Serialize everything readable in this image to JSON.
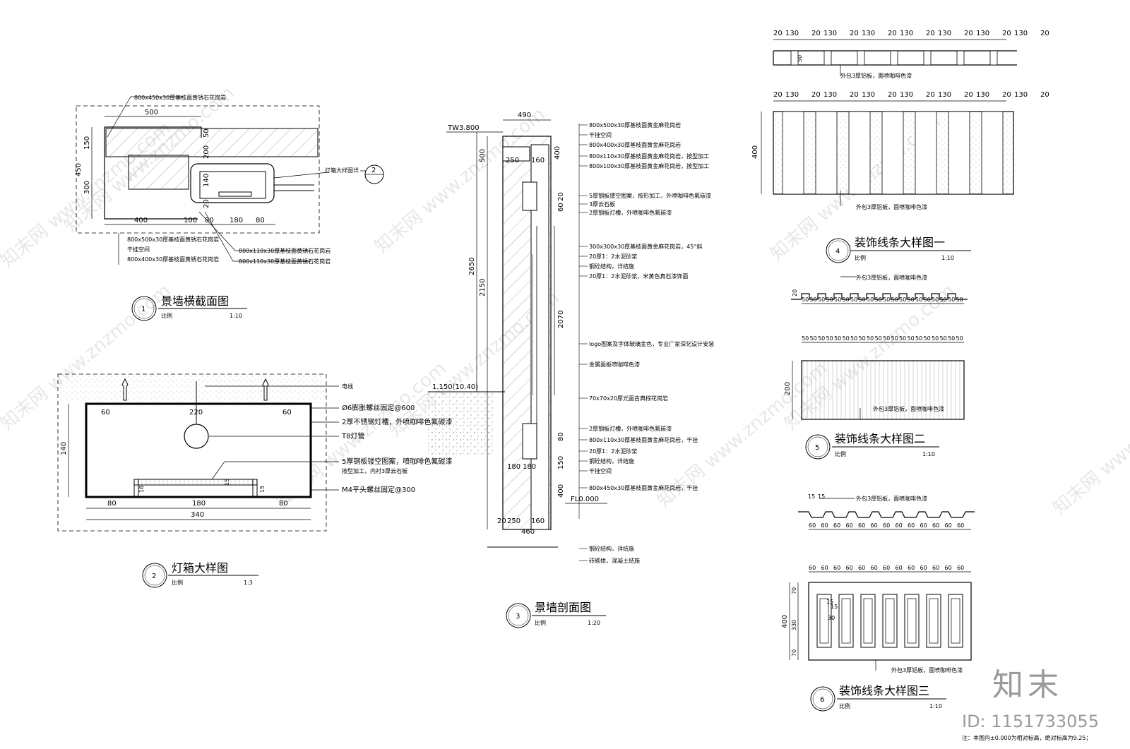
{
  "watermark": {
    "text": "知末网 www.znzmo.com",
    "brand": "知末",
    "image_id": "ID: 1151733055"
  },
  "footnote": "注：本图内±0.000为相对标高，绝对标高为9.25；",
  "views": [
    {
      "num": "1",
      "title": "景墙横截面图",
      "scale_label": "比例",
      "scale": "1:10"
    },
    {
      "num": "2",
      "title": "灯箱大样图",
      "scale_label": "比例",
      "scale": "1:3"
    },
    {
      "num": "3",
      "title": "景墙剖面图",
      "scale_label": "比例",
      "scale": "1:20"
    },
    {
      "num": "4",
      "title": "装饰线条大样图一",
      "scale_label": "比例",
      "scale": "1:10"
    },
    {
      "num": "5",
      "title": "装饰线条大样图二",
      "scale_label": "比例",
      "scale": "1:10"
    },
    {
      "num": "6",
      "title": "装饰线条大样图三",
      "scale_label": "比例",
      "scale": "1:10"
    }
  ],
  "view1": {
    "dims": [
      "500",
      "150",
      "450",
      "300",
      "400",
      "100",
      "80",
      "180",
      "80",
      "50",
      "200",
      "140",
      "20"
    ],
    "notes": [
      "800x450x30厚基枝面黄锈石花岗岩",
      "800x500x30厚基枝面黄锈石花岗岩",
      "干挂空间",
      "800x400x30厚基枝面黄锈石花岗岩",
      "800x110x30厚基枝面黄锈石花岗岩",
      "800x110x30厚基枝面黄锈石花岗岩"
    ],
    "callout": "灯箱大样图详",
    "callout_num": "2"
  },
  "view2": {
    "dims": [
      "60",
      "220",
      "60",
      "140",
      "80",
      "180",
      "80",
      "340",
      "15",
      "18",
      "15"
    ],
    "notes": [
      "电线",
      "Ø6膨胀螺丝固定@600",
      "2厚不锈钢灯槽，外喷咖啡色氟碳漆",
      "T8灯管",
      "5厚钢板镂空图案，喷咖啡色氟碳漆",
      "按型加工，内衬3厚云石板",
      "M4平头螺丝固定@300"
    ]
  },
  "view3": {
    "elevations": [
      "TW3.800",
      "1.150(10.40)",
      "FL0.000"
    ],
    "dims": [
      "490",
      "500",
      "250",
      "160",
      "400",
      "2650",
      "2150",
      "2070",
      "20",
      "60",
      "180",
      "80",
      "150",
      "180",
      "400",
      "20",
      "250",
      "160",
      "460"
    ],
    "notes": [
      "800x500x30厚基枝面黄金麻花岗岩",
      "干挂空间",
      "800x400x30厚基枝面黄金麻花岗岩",
      "800x110x30厚基枝面黄金麻花岗岩，按型加工",
      "800x100x30厚基枝面黄金麻花岗岩，按型加工",
      "5厚钢板镂空图案，按形加工，外喷咖啡色氟碳漆",
      "3厚云石板",
      "2厚钢板灯槽，外喷咖啡色氟碳漆",
      "300x300x30厚基枝面黄金麻花岗岩，45°斜",
      "20厚1：2水泥砂浆",
      "钢砼结构，详结施",
      "20厚1：2水泥砂浆，米黄色真石漆饰面",
      "logo图案及字体玻璃金色，专业厂家深化设计安装",
      "金属面板喷咖啡色漆",
      "70x70x20厚光面古典棕花岗岩",
      "2厚钢板灯槽，外喷咖啡色氟碳漆",
      "800x110x30厚基枝面黄金麻花岗岩，干挂",
      "20厚1：2水泥砂浆",
      "钢砼结构，详结施",
      "干挂空间",
      "800x450x30厚基枝面黄金麻花岗岩，干挂",
      "钢砼结构，详结施",
      "砖砌体，混凝土结施"
    ]
  },
  "view4": {
    "top_dims": [
      "20",
      "130",
      "20",
      "130",
      "20",
      "130",
      "20",
      "130",
      "20",
      "130",
      "20",
      "130",
      "20",
      "130",
      "20"
    ],
    "dims": [
      "50",
      "400"
    ],
    "notes": [
      "外包3厚铝板，面喷咖啡色漆",
      "外包3厚铝板，面喷咖啡色漆"
    ]
  },
  "view5": {
    "top_dims": [
      "50",
      "50",
      "50",
      "50",
      "50",
      "50",
      "50",
      "50",
      "50",
      "50",
      "50",
      "50",
      "50",
      "50",
      "50",
      "50",
      "50",
      "50",
      "50",
      "50"
    ],
    "dims": [
      "20",
      "200"
    ],
    "notes": [
      "外包3厚铝板，面喷咖啡色漆",
      "外包3厚铝板，面喷咖啡色漆"
    ]
  },
  "view6": {
    "top_dims": [
      "60",
      "60",
      "60",
      "60",
      "60",
      "60",
      "60",
      "60",
      "60",
      "60",
      "60",
      "60",
      "60"
    ],
    "dims": [
      "15",
      "15",
      "70",
      "330",
      "70",
      "400",
      "15",
      "15",
      "30"
    ],
    "notes": [
      "外包3厚铝板，面喷咖啡色漆",
      "外包3厚铝板，面喷咖啡色漆"
    ]
  }
}
